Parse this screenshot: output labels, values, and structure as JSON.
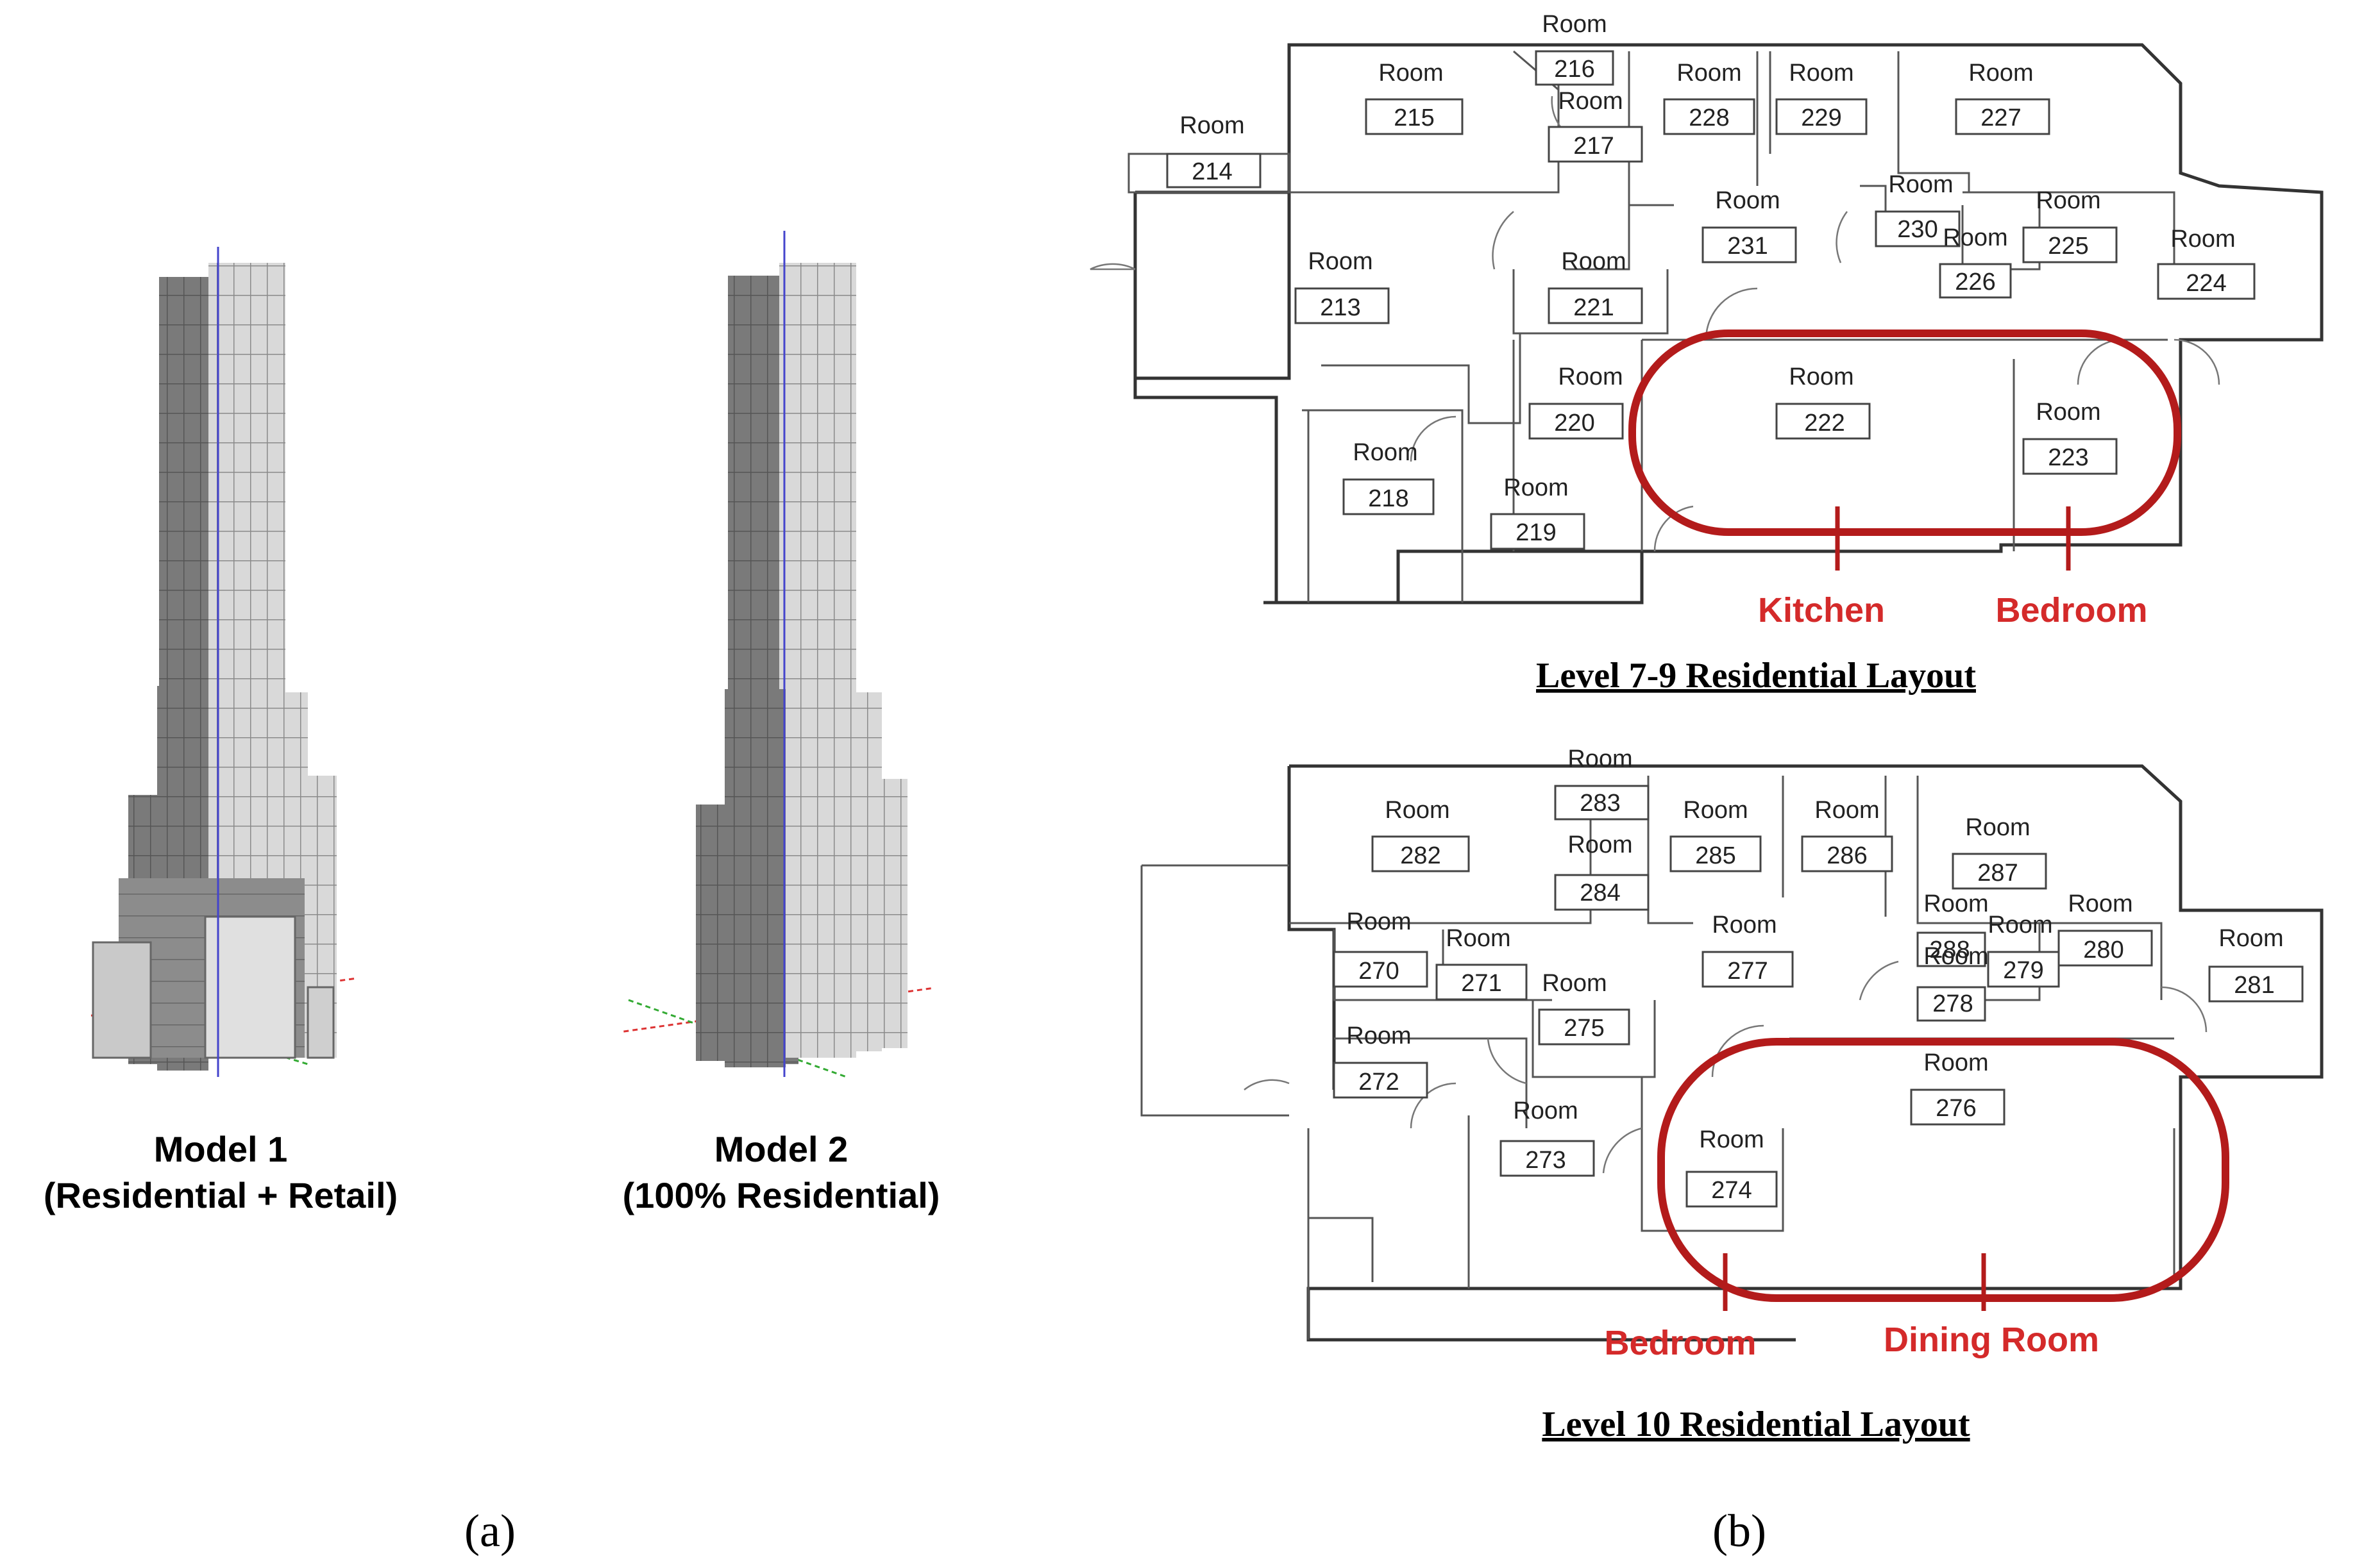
{
  "panel_a": {
    "label": "(a)",
    "model1": {
      "line1": "Model 1",
      "line2": "(Residential + Retail)"
    },
    "model2": {
      "line1": "Model 2",
      "line2": "(100%  Residential)"
    }
  },
  "panel_b": {
    "label": "(b)",
    "room_word": "Room",
    "plan_top": {
      "title": "Level 7-9 Residential Layout",
      "rooms": [
        "216",
        "215",
        "217",
        "228",
        "229",
        "227",
        "214",
        "213",
        "231",
        "230",
        "226",
        "225",
        "224",
        "221",
        "222",
        "223",
        "220",
        "218",
        "219"
      ],
      "highlight_labels": {
        "kitchen": "Kitchen",
        "bedroom": "Bedroom"
      }
    },
    "plan_bottom": {
      "title": "Level 10 Residential Layout",
      "rooms": [
        "283",
        "282",
        "285",
        "286",
        "287",
        "284",
        "277",
        "288",
        "278",
        "279",
        "280",
        "281",
        "270",
        "271",
        "275",
        "272",
        "276",
        "273",
        "274"
      ],
      "highlight_labels": {
        "bedroom": "Bedroom",
        "dining": "Dining Room"
      }
    }
  },
  "colors": {
    "highlight": "#b31b1b",
    "highlight_text": "#d42a2a",
    "tower_dark": "#7d7d7d",
    "tower_light": "#d4d4d4"
  }
}
